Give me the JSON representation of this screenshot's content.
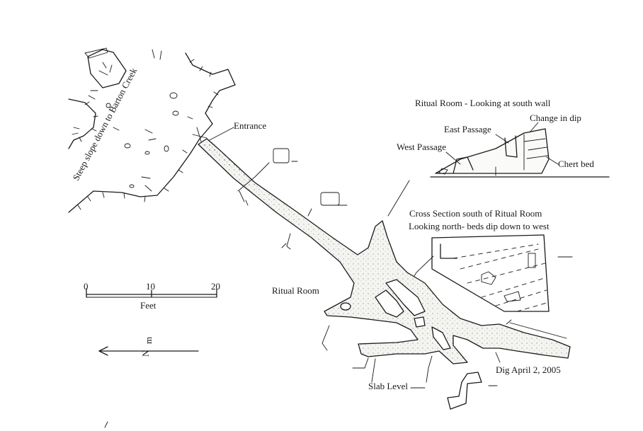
{
  "labels": {
    "slope": "Steep slope down to Barton Creek",
    "entrance": "Entrance",
    "ritual_room": "Ritual Room",
    "slab_level": "Slab Level",
    "dig": "Dig April 2, 2005",
    "scale_unit": "Feet",
    "north": "N",
    "north_sub": "m"
  },
  "scale_ticks": [
    "0",
    "10",
    "20"
  ],
  "inset_south_wall": {
    "title": "Ritual Room - Looking at south wall",
    "east_passage": "East Passage",
    "west_passage": "West Passage",
    "change_in_dip": "Change in dip",
    "chert_bed": "Chert bed"
  },
  "inset_cross_section": {
    "title_line1": "Cross Section south of Ritual Room",
    "title_line2": "Looking north- beds dip down to west"
  },
  "colors": {
    "ink": "#1a1a1a",
    "paper": "#ffffff"
  }
}
